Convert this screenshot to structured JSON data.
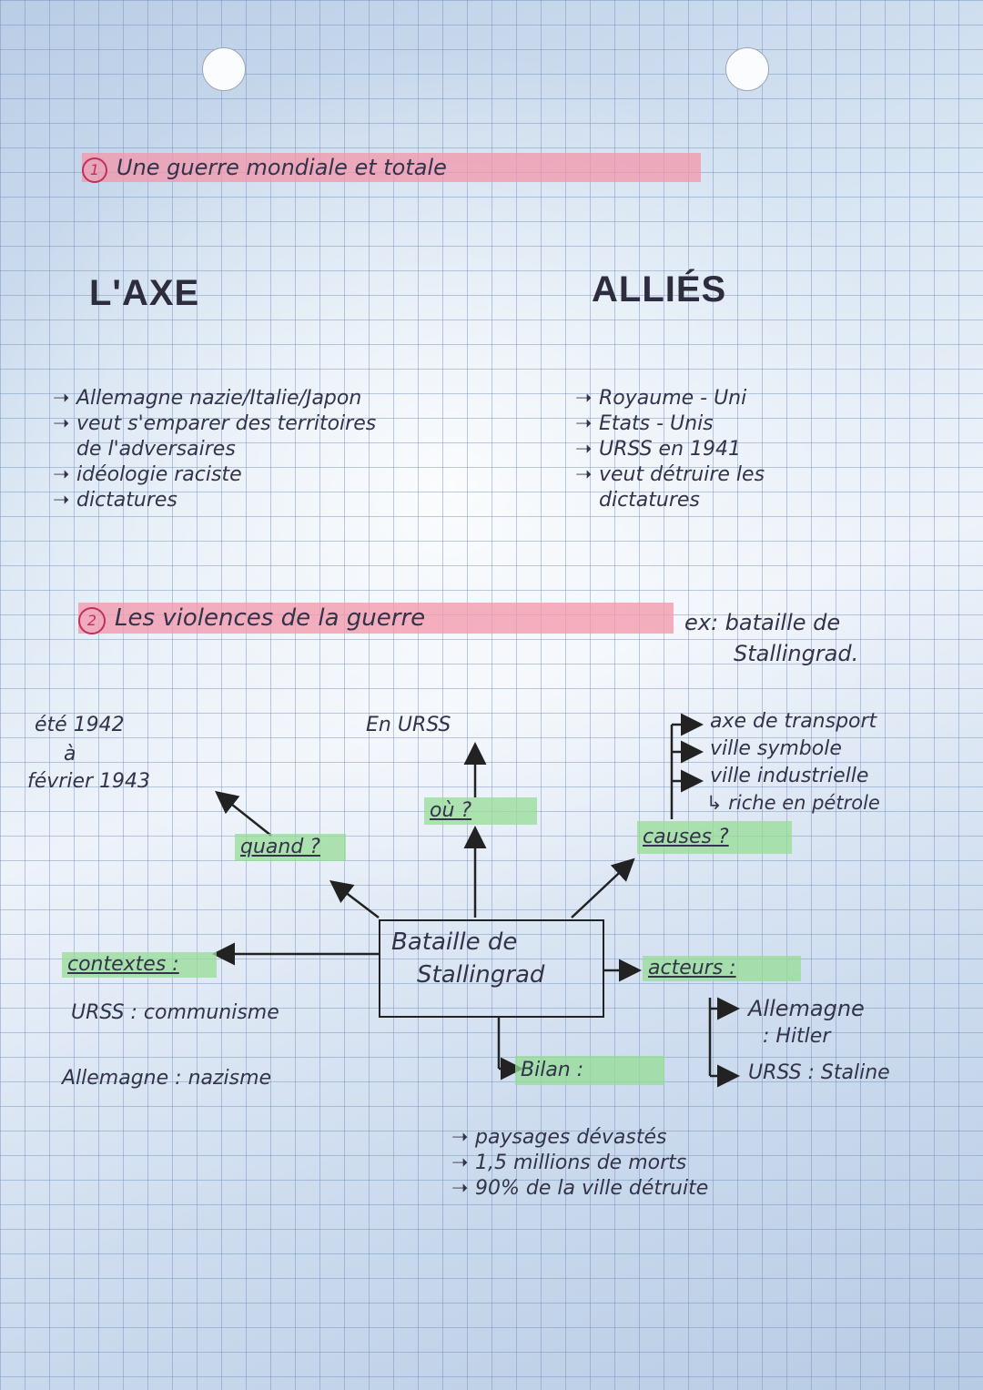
{
  "section1": {
    "number": "1",
    "title": "Une guerre mondiale et totale"
  },
  "axe": {
    "heading": "L'AXE",
    "items": [
      "Allemagne nazie/Italie/Japon",
      "veut s'emparer des territoires",
      "de l'adversaires",
      "idéologie raciste",
      "dictatures"
    ]
  },
  "allies": {
    "heading": "ALLIÉS",
    "items": [
      "Royaume - Uni",
      "Etats - Unis",
      "URSS en 1941",
      "veut détruire les",
      "dictatures"
    ]
  },
  "section2": {
    "number": "2",
    "title": "Les violences de la guerre",
    "example_line1": "ex: bataille de",
    "example_line2": "Stallingrad."
  },
  "map": {
    "center_line1": "Bataille de",
    "center_line2": "Stallingrad",
    "quand": "quand ?",
    "quand_answer_line1": "été 1942",
    "quand_answer_line2": "à",
    "quand_answer_line3": "février 1943",
    "ou": "où ?",
    "ou_answer": "En URSS",
    "causes": "causes ?",
    "causes_items": [
      "axe de transport",
      "ville symbole",
      "ville industrielle"
    ],
    "causes_subitem": "riche en pétrole",
    "contextes": "contextes :",
    "contextes_line1": "URSS : communisme",
    "contextes_line2": "Allemagne : nazisme",
    "acteurs": "acteurs :",
    "acteurs_line1": "Allemagne",
    "acteurs_line2": ": Hitler",
    "acteurs_line3": "URSS : Staline",
    "bilan": "Bilan :",
    "bilan_items": [
      "paysages dévastés",
      "1,5 millions de morts",
      "90% de la ville détruite"
    ]
  },
  "colors": {
    "highlight_pink": "#f396aa",
    "highlight_green": "#96dc96",
    "grid_blue": "#6e8cbe"
  }
}
